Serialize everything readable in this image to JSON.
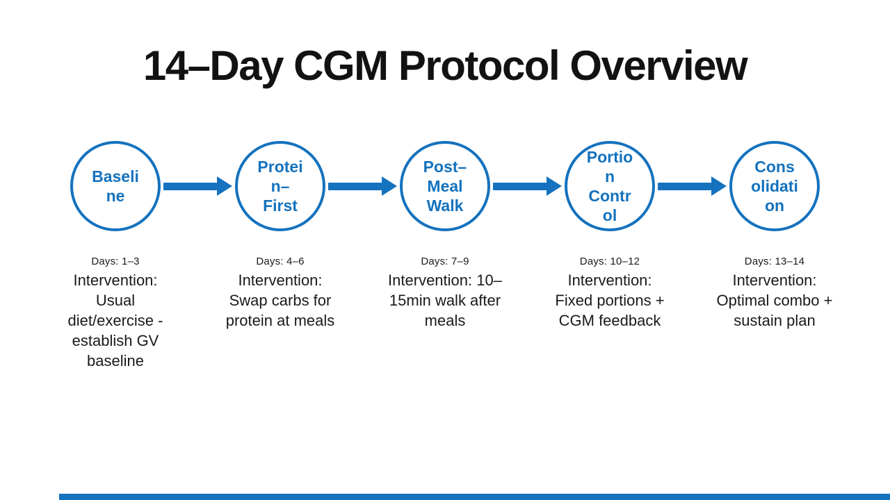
{
  "slide": {
    "title": "14–Day CGM Protocol Overview"
  },
  "colors": {
    "accent": "#1472BE",
    "title_text": "#121212",
    "body_text": "#1a1a1a"
  },
  "stages": [
    {
      "name": "Baseline",
      "label_lines": "Baseli\nne",
      "days": "Days: 1–3",
      "intervention": "Intervention:\nUsual\ndiet/exercise -\nestablish GV\nbaseline"
    },
    {
      "name": "Protein-First",
      "label_lines": "Protei\nn–\nFirst",
      "days": "Days: 4–6",
      "intervention": "Intervention:\nSwap carbs for\nprotein at meals"
    },
    {
      "name": "Post-Meal Walk",
      "label_lines": "Post–\nMeal\nWalk",
      "days": "Days: 7–9",
      "intervention": "Intervention: 10–\n15min walk after\nmeals"
    },
    {
      "name": "Portion Control",
      "label_lines": "Portio\nn\nContr\nol",
      "days": "Days: 10–12",
      "intervention": "Intervention:\nFixed portions +\nCGM feedback"
    },
    {
      "name": "Consolidation",
      "label_lines": "Cons\nolidati\non",
      "days": "Days: 13–14",
      "intervention": "Intervention:\nOptimal combo +\nsustain plan"
    }
  ]
}
